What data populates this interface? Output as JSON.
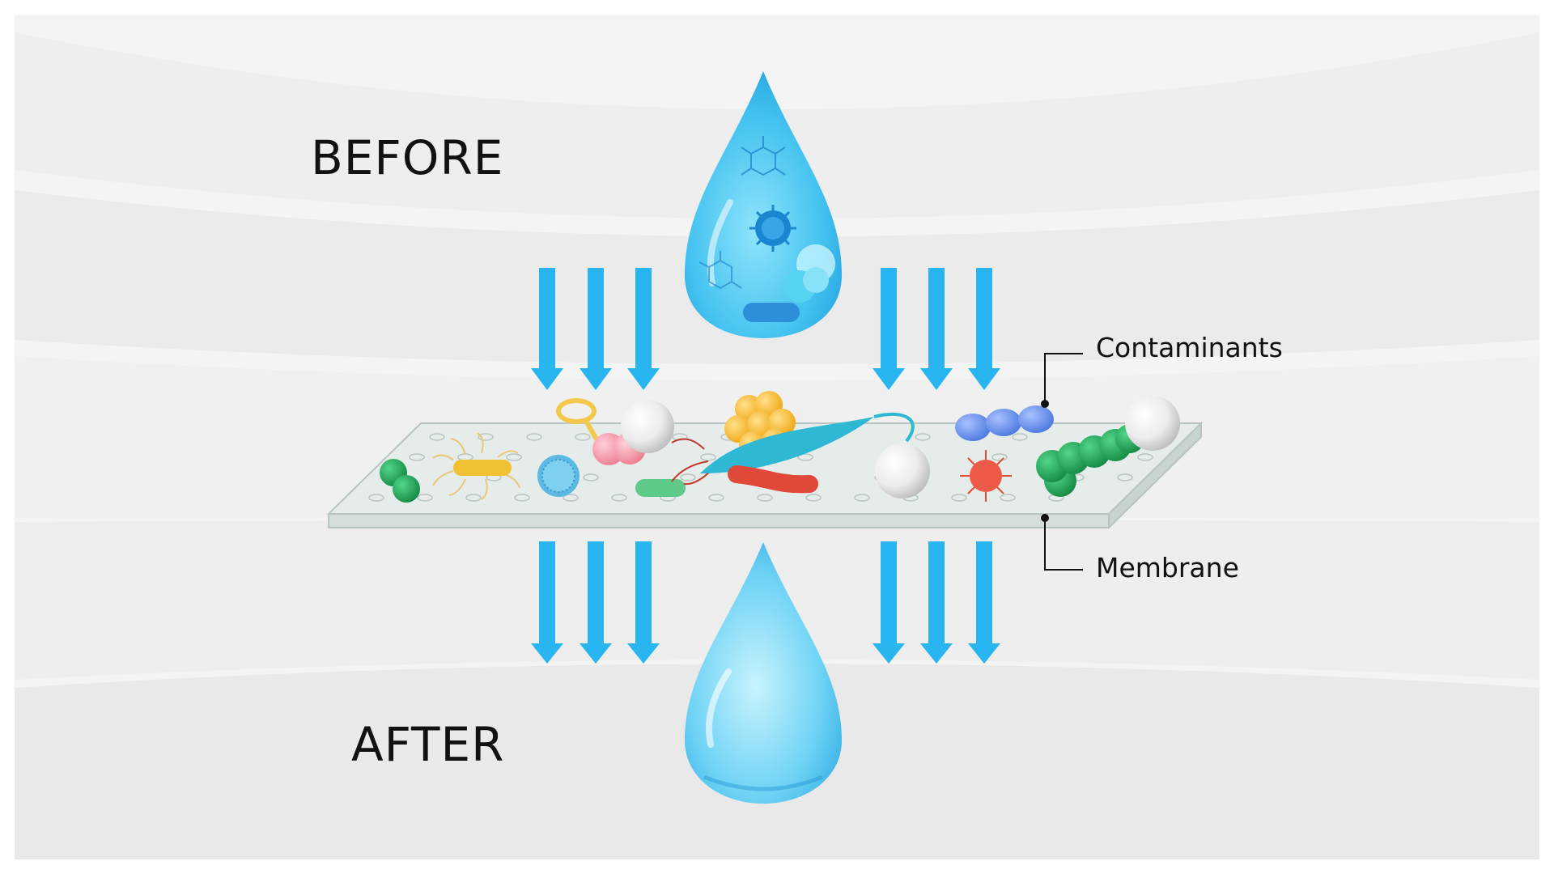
{
  "labels": {
    "before": "BEFORE",
    "after": "AFTER"
  },
  "callouts": {
    "contaminants": "Contaminants",
    "membrane": "Membrane"
  },
  "colors": {
    "arrow": "#29b5ef",
    "drop_light": "#bdf0fd",
    "drop_dark": "#1f9fde",
    "membrane_top": "#e6ecea",
    "membrane_edge": "#c9d3d0",
    "text": "#111111"
  },
  "icons": {
    "contaminants": [
      "virus",
      "bacteria",
      "spore",
      "particle",
      "protozoa",
      "cocci-chain"
    ]
  }
}
